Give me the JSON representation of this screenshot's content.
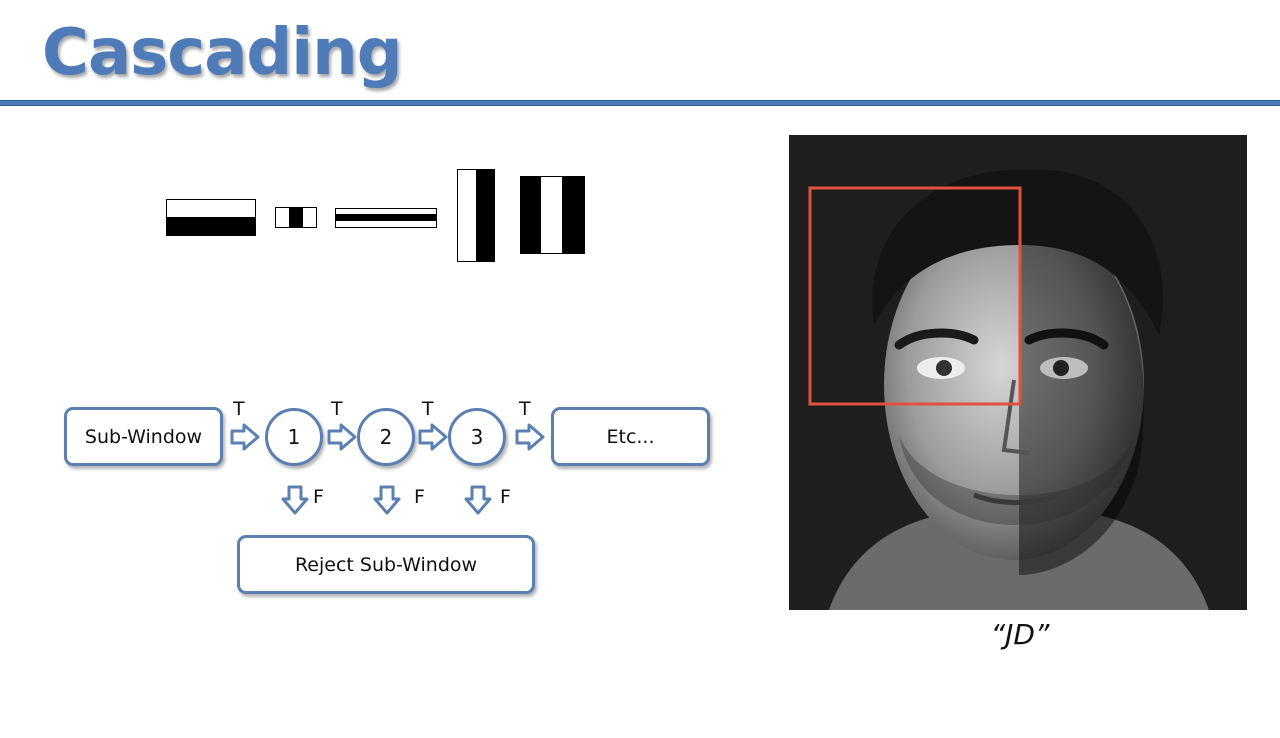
{
  "title": "Cascading",
  "flow": {
    "start_label": "Sub-Window",
    "stages": [
      "1",
      "2",
      "3"
    ],
    "end_label": "Etc...",
    "true_label": "T",
    "false_label": "F",
    "reject_label": "Reject Sub-Window"
  },
  "caption": "“JD”",
  "colors": {
    "accent": "#4f7cb8",
    "node_border": "#5b7fb0",
    "detection_box": "#e0533a"
  }
}
